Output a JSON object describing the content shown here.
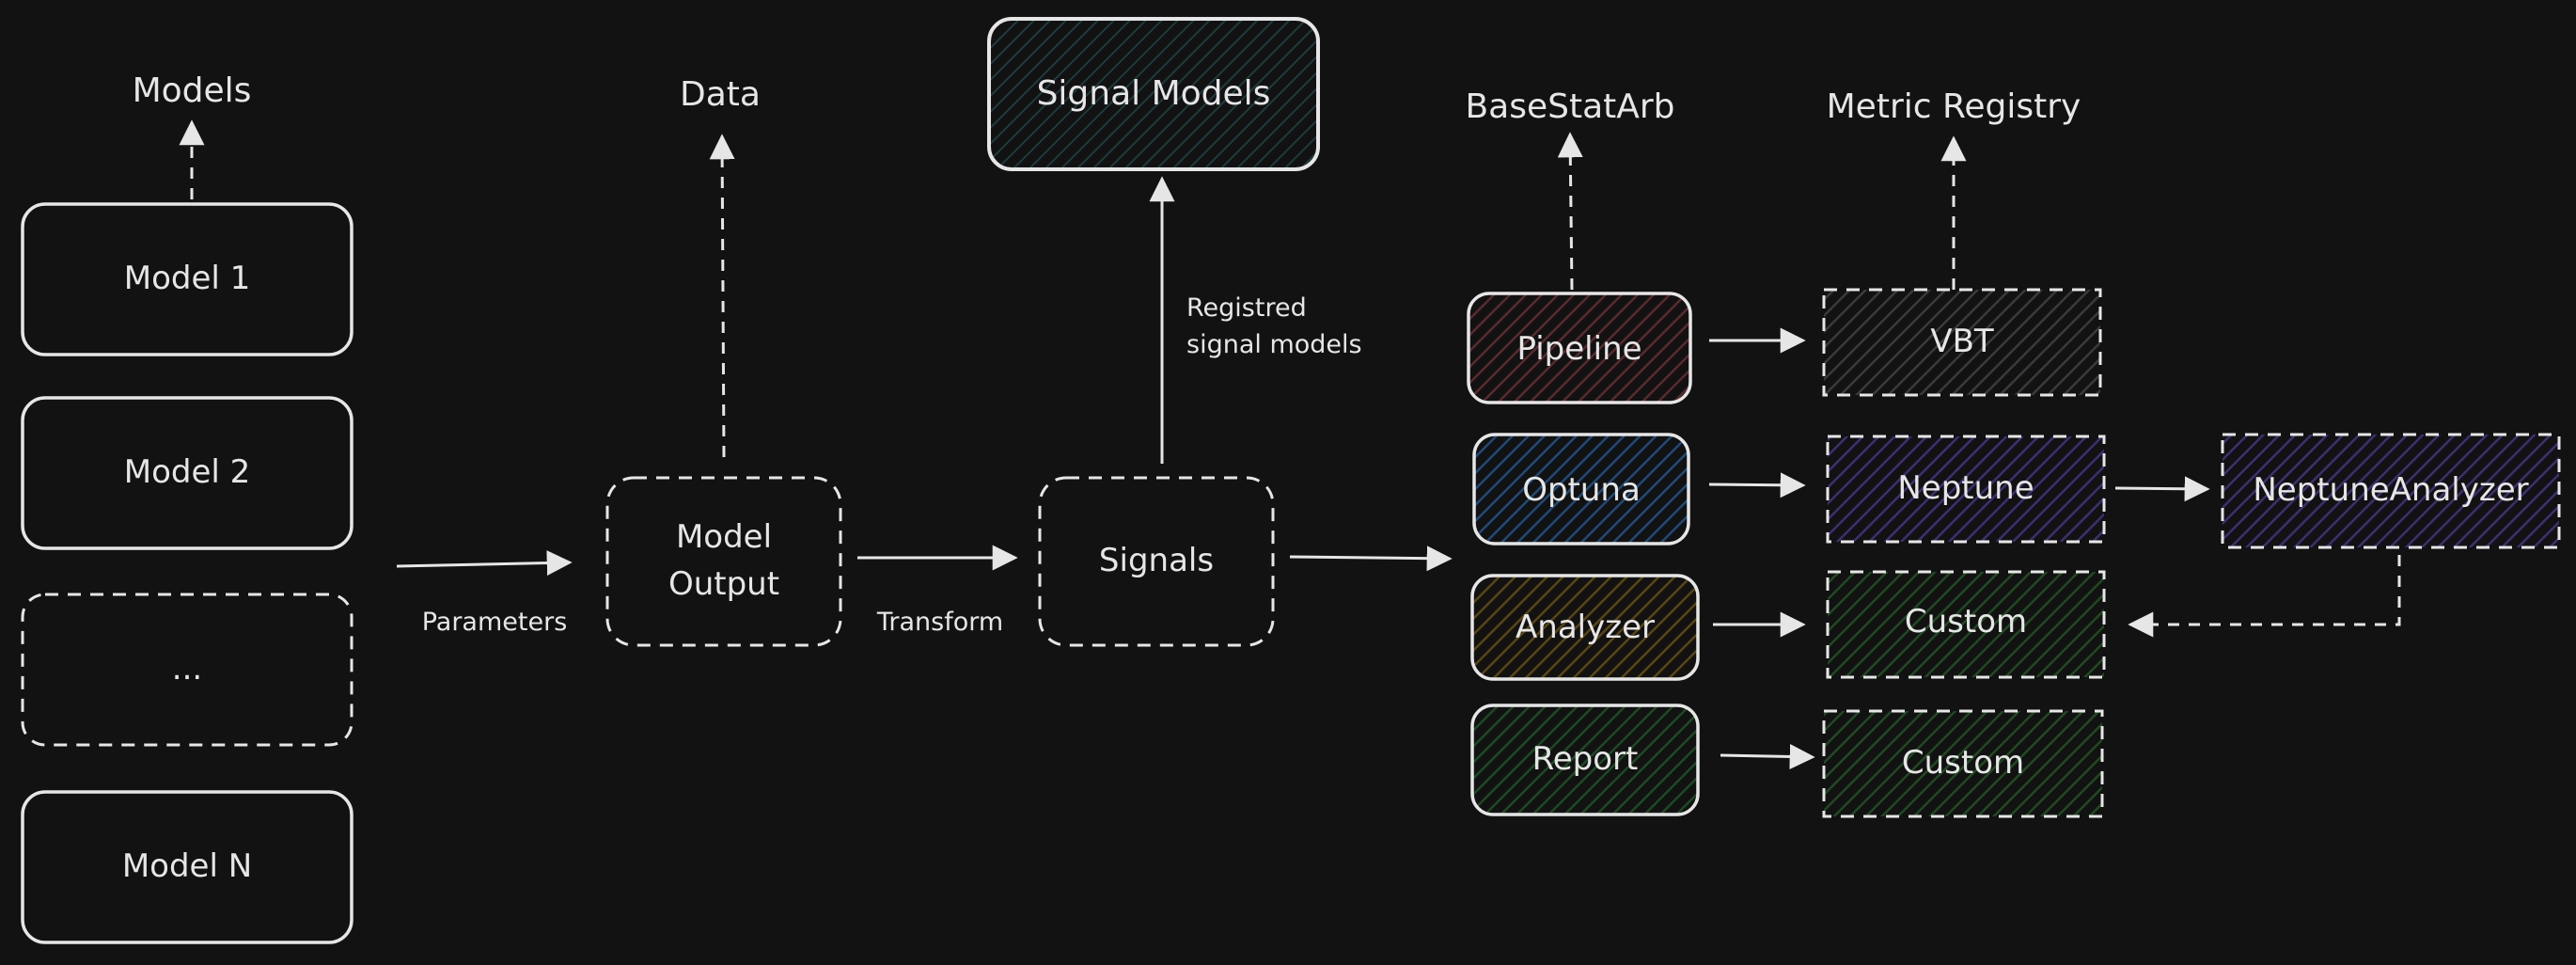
{
  "colors": {
    "background": "#121212",
    "stroke": "#e6e6e6",
    "pipeline_fill": "#5a2a2e",
    "optuna_fill": "#1f4a78",
    "analyzer_fill": "#5a4512",
    "report_fill": "#1c4a22",
    "vbt_fill": "#3a3a3a",
    "neptune_fill": "#3f2e72",
    "custom_fill": "#1f4a20",
    "signal_models_fill": "#1f3a3f"
  },
  "labels": {
    "models": "Models",
    "data": "Data",
    "signal_models": "Signal Models",
    "basestatarb": "BaseStatArb",
    "metric_registry": "Metric Registry",
    "model_1": "Model 1",
    "model_2": "Model 2",
    "model_ellipsis": "...",
    "model_n": "Model N",
    "model_output_line1": "Model",
    "model_output_line2": "Output",
    "signals": "Signals",
    "registered_line1": "Registred",
    "registered_line2": "signal models",
    "parameters": "Parameters",
    "transform": "Transform",
    "pipeline": "Pipeline",
    "optuna": "Optuna",
    "analyzer": "Analyzer",
    "report": "Report",
    "vbt": "VBT",
    "neptune": "Neptune",
    "neptune_analyzer": "NeptuneAnalyzer",
    "custom_1": "Custom",
    "custom_2": "Custom"
  }
}
